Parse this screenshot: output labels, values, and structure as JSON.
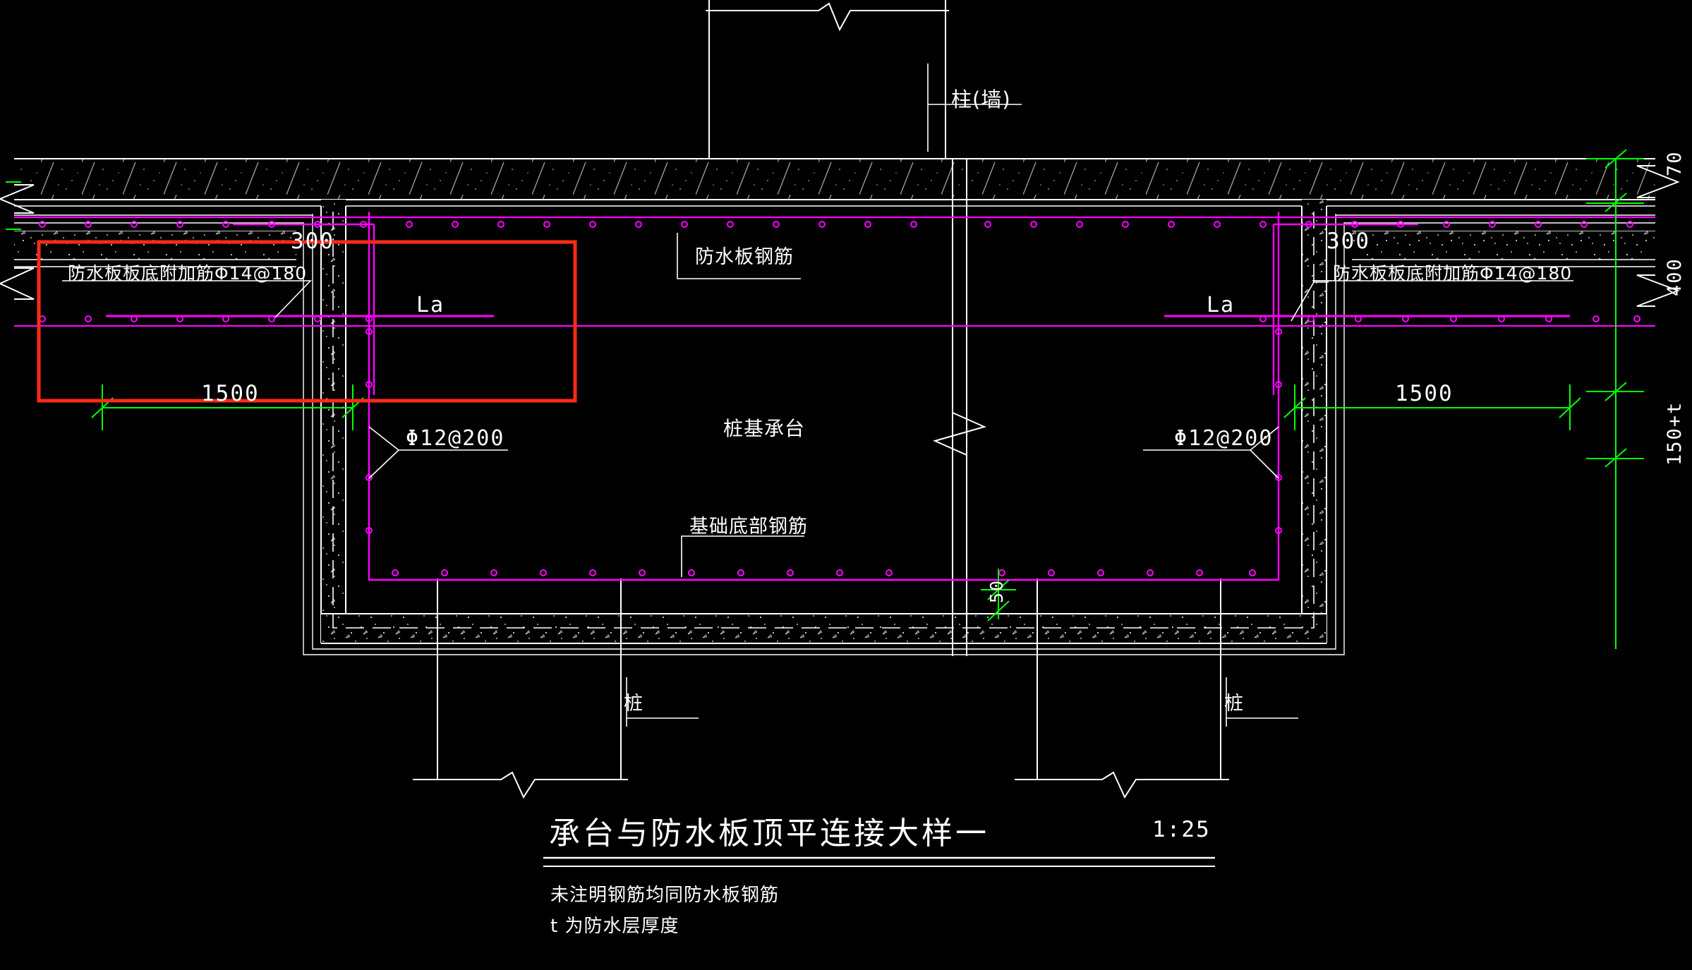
{
  "drawing": {
    "title": "承台与防水板顶平连接大样一",
    "scale": "1:25",
    "notes": [
      "未注明钢筋均同防水板钢筋",
      "t 为防水层厚度"
    ],
    "colors": {
      "background": "#000000",
      "line": "#ffffff",
      "rebar": "#ff00ff",
      "dimension": "#00ff00",
      "highlight": "#ff2a16"
    }
  },
  "labels": {
    "column_wall": "柱(墙)",
    "waterproof_slab_rebar": "防水板钢筋",
    "pile_cap": "桩基承台",
    "foundation_bottom_rebar": "基础底部钢筋",
    "pile_left": "桩",
    "pile_right": "桩",
    "extra_rebar_left": "防水板板底附加筋Φ14@180",
    "extra_rebar_right": "防水板板底附加筋Φ14@180",
    "stirrup_left": "Φ12@200",
    "stirrup_right": "Φ12@200",
    "anchorage_left": "La",
    "anchorage_right": "La"
  },
  "dimensions": {
    "top_left_300": "300",
    "top_right_300": "300",
    "bottom_left_1500": "1500",
    "bottom_right_1500": "1500",
    "right_70": "70",
    "right_400": "400",
    "right_150t": "150+t",
    "center_50": "50"
  }
}
